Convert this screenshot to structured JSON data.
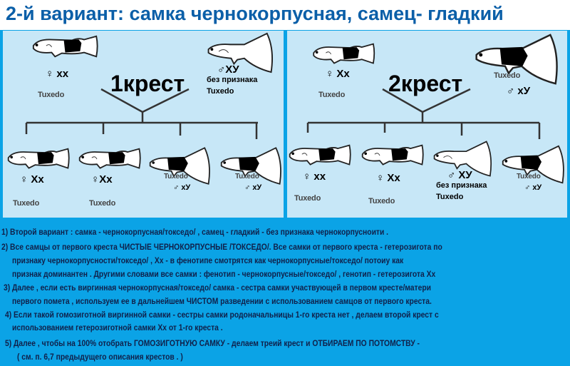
{
  "title": "2-й вариант: самка чернокорпусная, самец- гладкий",
  "cross1": {
    "label": "1крест",
    "parents": [
      {
        "sex": "♀",
        "genotype": "xx",
        "tag": "Tuxedo",
        "fish": "female-tuxedo"
      },
      {
        "sex": "♂",
        "genotype": "XУ",
        "note": "без признака",
        "tag": "Tuxedo",
        "fish": "male-plain"
      }
    ],
    "offspring": [
      {
        "sex": "♀",
        "genotype": "Xx",
        "tag": "Tuxedo"
      },
      {
        "sex": "♀",
        "genotype": "Xx",
        "tag": "Tuxedo"
      },
      {
        "sex": "♂",
        "genotype": "xУ",
        "tag": "Tuxedo"
      },
      {
        "sex": "♂",
        "genotype": "xУ",
        "tag": "Tuxedo"
      }
    ]
  },
  "cross2": {
    "label": "2крест",
    "parents": [
      {
        "sex": "♀",
        "genotype": "Xx",
        "tag": "Tuxedo"
      },
      {
        "sex": "♂",
        "genotype": "xУ",
        "tag": "Tuxedo"
      }
    ],
    "offspring": [
      {
        "sex": "♀",
        "genotype": "xx",
        "tag": "Tuxedo"
      },
      {
        "sex": "♀",
        "genotype": "Xx",
        "tag": "Tuxedo"
      },
      {
        "sex": "♂",
        "genotype": "XУ",
        "note": "без признака",
        "tag": "Tuxedo"
      },
      {
        "sex": "♂",
        "genotype": "xУ",
        "tag": "Tuxedo"
      }
    ]
  },
  "notes": [
    "1) Второй вариант : самка - чернокорпусная/токседо/ , самец - гладкий - без признака чернокорпусноити .",
    "2) Все самцы от первого креста ЧИСТЫЕ ЧЕРНОКОРПУСНЫЕ /ТОКСЕДО/.   Все самки от первого креста - гетерозигота по",
    "признаку чернокорпусности/токседо/  , Xx  - в фенотипе смотрятся как чернокорпусные/токседо/ потоиу как",
    "признак доминантен .  Другими словами все самки : фенотип - чернокорпусные/токседо/ , генотип - гетерозигота Xx",
    "3) Далее , если есть виргинная  чернокорпусная/токседо/ самка -  сестра  самки участвующей в первом кресте/матери",
    "первого помета ,  используем ее в дальнейшем ЧИСТОМ разведении  с  использованием  самцов от первого  креста.",
    "4) Если такой гомозиготной виргинной самки - сестры самки родоначальницы 1-го креста нет , делаем второй крест с",
    "использованием гетерозиготной самки Xx от 1-го креста .",
    "5) Далее  , чтобы на 100% отобрать ГОМОЗИГОТНУЮ САМКУ - делаем треий крест  и ОТБИРАЕМ ПО ПОТОМСТВУ  -",
    "( см. п. 6,7 предыдущего описания крестов . )"
  ]
}
